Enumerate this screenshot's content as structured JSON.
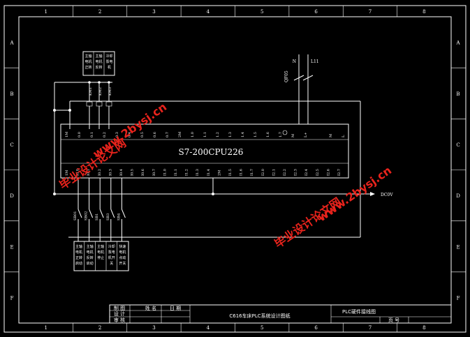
{
  "frame": {
    "columns": [
      "1",
      "2",
      "3",
      "4",
      "5",
      "6",
      "7",
      "8"
    ],
    "rows": [
      "A",
      "B",
      "C",
      "D",
      "E",
      "F"
    ]
  },
  "plc": {
    "model": "S7-200CPU226",
    "top_terminals": [
      "1M",
      "0.0",
      "0.1",
      "0.2",
      "0.3",
      "0.4",
      "0.5",
      "0.6",
      "0.7",
      "2M",
      "1.0",
      "1.1",
      "1.2",
      "1.3",
      "1.4",
      "1.5",
      "1.6",
      "1.7",
      "M",
      "L+",
      "",
      "M",
      "L"
    ],
    "bottom_terminals": [
      "1M",
      "I0.0",
      "I0.1",
      "I0.2",
      "I0.3",
      "I0.4",
      "I0.5",
      "I0.6",
      "I0.7",
      "I1.0",
      "I1.1",
      "I1.2",
      "I1.3",
      "I1.4",
      "2M",
      "I1.5",
      "I1.6",
      "I1.7",
      "I2.0",
      "I2.1",
      "I2.2",
      "I2.3",
      "I2.4",
      "I2.5",
      "I2.6",
      "I2.7"
    ]
  },
  "outputs": {
    "coils": [
      "KM1",
      "KM2",
      "KM3"
    ],
    "descriptions": [
      "主轴电机正转",
      "主轴电机反转",
      "冷却泵电机"
    ]
  },
  "inputs": {
    "switches": [
      "SB01",
      "SB02",
      "SB1",
      "SB3",
      "SB4"
    ],
    "descriptions": [
      "主轴电机正转启动",
      "主轴电机反转启动",
      "主轴电机停止",
      "冷却泵电机开关",
      "快速电机点动开关"
    ]
  },
  "power": {
    "breaker": "QF05",
    "lines": [
      "N",
      "L11"
    ],
    "dc_label": "DC0V"
  },
  "title_block": {
    "col_name": "姓 名",
    "col_date": "日 期",
    "rows": [
      "制 图",
      "设 计",
      "审 核"
    ],
    "drawing_title": "C616车床PLC系统设计图纸",
    "sheet_name": "PLC硬件接线图",
    "page_label": "页 号"
  },
  "watermark": {
    "site": "www.2bysj.cn",
    "brand": "毕业设计论文网",
    "color": "#e8231c"
  }
}
